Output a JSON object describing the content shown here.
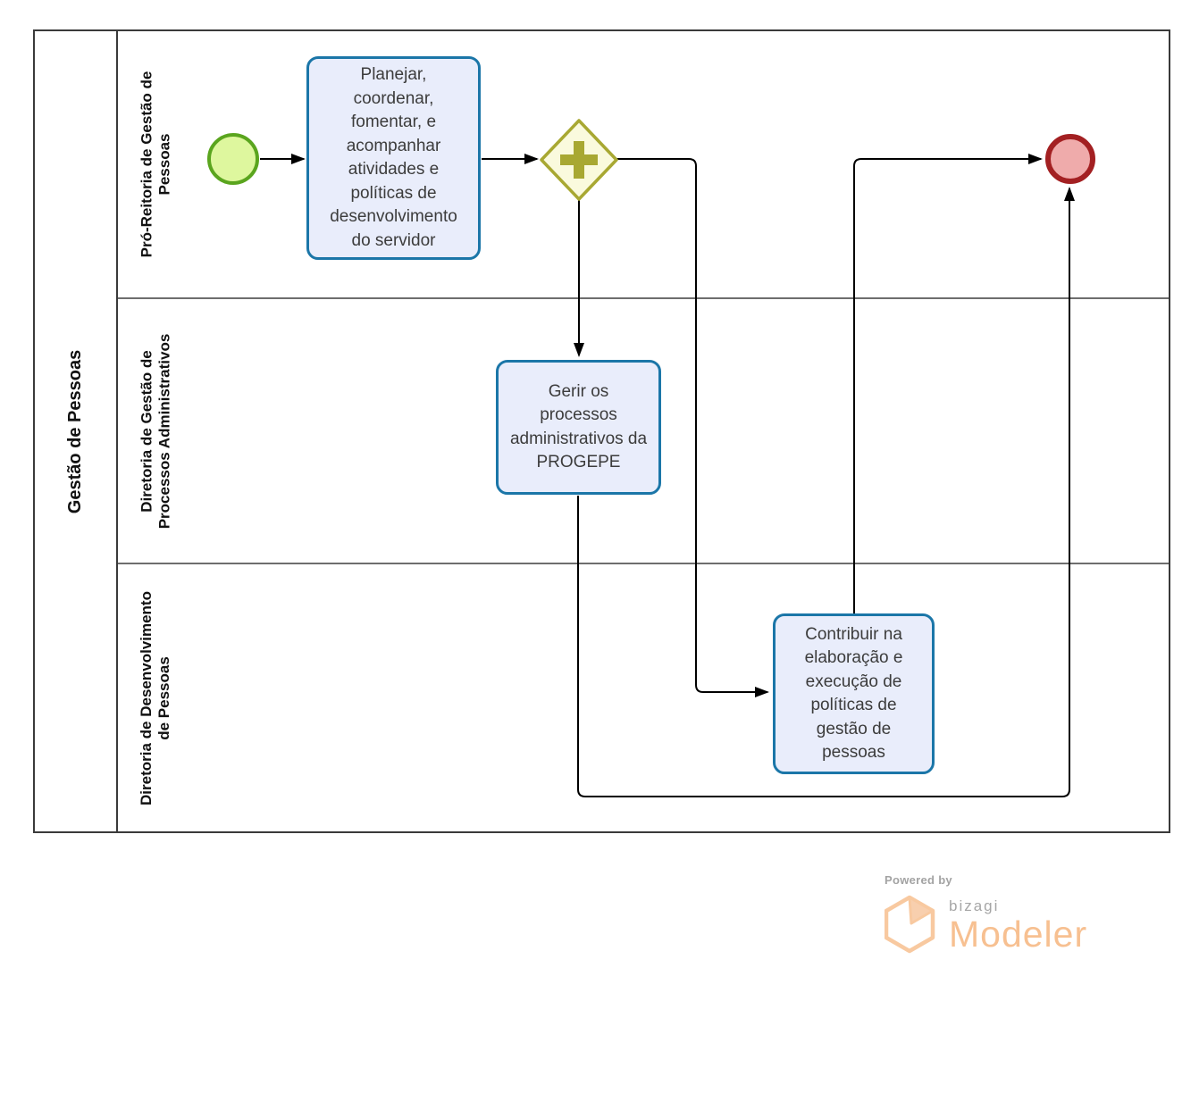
{
  "diagram": {
    "pool": {
      "label": "Gestão de Pessoas",
      "lanes": [
        {
          "id": "pro-reitoria",
          "lines": [
            "Pró-Reitoria de Gestão de",
            "Pessoas"
          ]
        },
        {
          "id": "diretoria-processos",
          "lines": [
            "Diretoria de Gestão de",
            "Processos Administrativos"
          ]
        },
        {
          "id": "diretoria-desenvolvimento",
          "lines": [
            "Diretoria de Desenvolvimento",
            "de Pessoas"
          ]
        }
      ]
    },
    "nodes": {
      "start_event": {
        "type": "start-event"
      },
      "task_planejar": {
        "label": "Planejar, coordenar, fomentar, e acompanhar atividades e políticas de desenvolvimento do servidor"
      },
      "gateway_parallel": {
        "type": "parallel-gateway"
      },
      "task_gerir": {
        "label": "Gerir os processos administrativos da PROGEPE"
      },
      "task_contribuir": {
        "label": "Contribuir na elaboração e execução de políticas de gestão de pessoas"
      },
      "end_event": {
        "type": "end-event"
      }
    },
    "flows": [
      {
        "from": "start-event",
        "to": "task-planejar"
      },
      {
        "from": "task-planejar",
        "to": "parallel-gateway"
      },
      {
        "from": "parallel-gateway",
        "to": "task-gerir"
      },
      {
        "from": "parallel-gateway",
        "to": "task-contribuir"
      },
      {
        "from": "task-contribuir",
        "to": "end-event"
      },
      {
        "from": "task-gerir",
        "to": "end-event"
      }
    ],
    "colors": {
      "task_fill": "#e9edfb",
      "task_border": "#1b76a8",
      "start_fill": "#def79e",
      "start_border": "#5aa51e",
      "end_fill": "#efabab",
      "end_border": "#a32022",
      "gateway_fill": "#fafadd",
      "gateway_border": "#a8a832",
      "flow_line": "#000000",
      "lane_divider": "#6e6e6e",
      "pool_border": "#3a3a3a",
      "brand_orange": "#f7c091",
      "brand_gray": "#a6a6a6"
    }
  },
  "branding": {
    "powered_by": "Powered by",
    "brand": "bizagi",
    "product": "Modeler"
  }
}
